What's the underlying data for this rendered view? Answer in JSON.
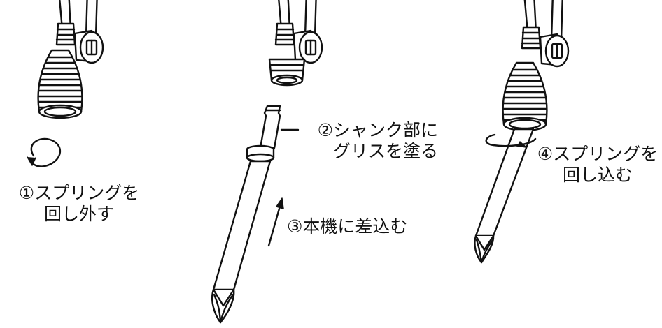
{
  "steps": [
    {
      "lines": [
        "①スプリングを",
        "回し外す"
      ]
    },
    {
      "lines": [
        "②シャンク部に",
        "グリスを塗る"
      ]
    },
    {
      "lines": [
        "③本機に差込む"
      ]
    },
    {
      "lines": [
        "④スプリングを",
        "回し込む"
      ]
    }
  ],
  "icons": {
    "rotate": "circular-arrow",
    "insert": "up-arrow"
  }
}
